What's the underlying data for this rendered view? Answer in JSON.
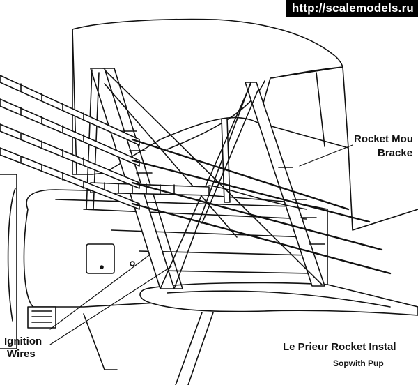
{
  "watermark": "http://scalemodels.ru",
  "labels": {
    "rocket_mount_line1": "Rocket Mou",
    "rocket_mount_line2": "Bracke",
    "ignition_line1": "Ignition",
    "ignition_line2": "Wires",
    "caption_title": "Le Prieur Rocket Instal",
    "caption_subtitle": "Sopwith Pup"
  },
  "colors": {
    "ink": "#111111",
    "paper": "#ffffff",
    "watermark_bg": "#000000",
    "watermark_text": "#ffffff"
  }
}
